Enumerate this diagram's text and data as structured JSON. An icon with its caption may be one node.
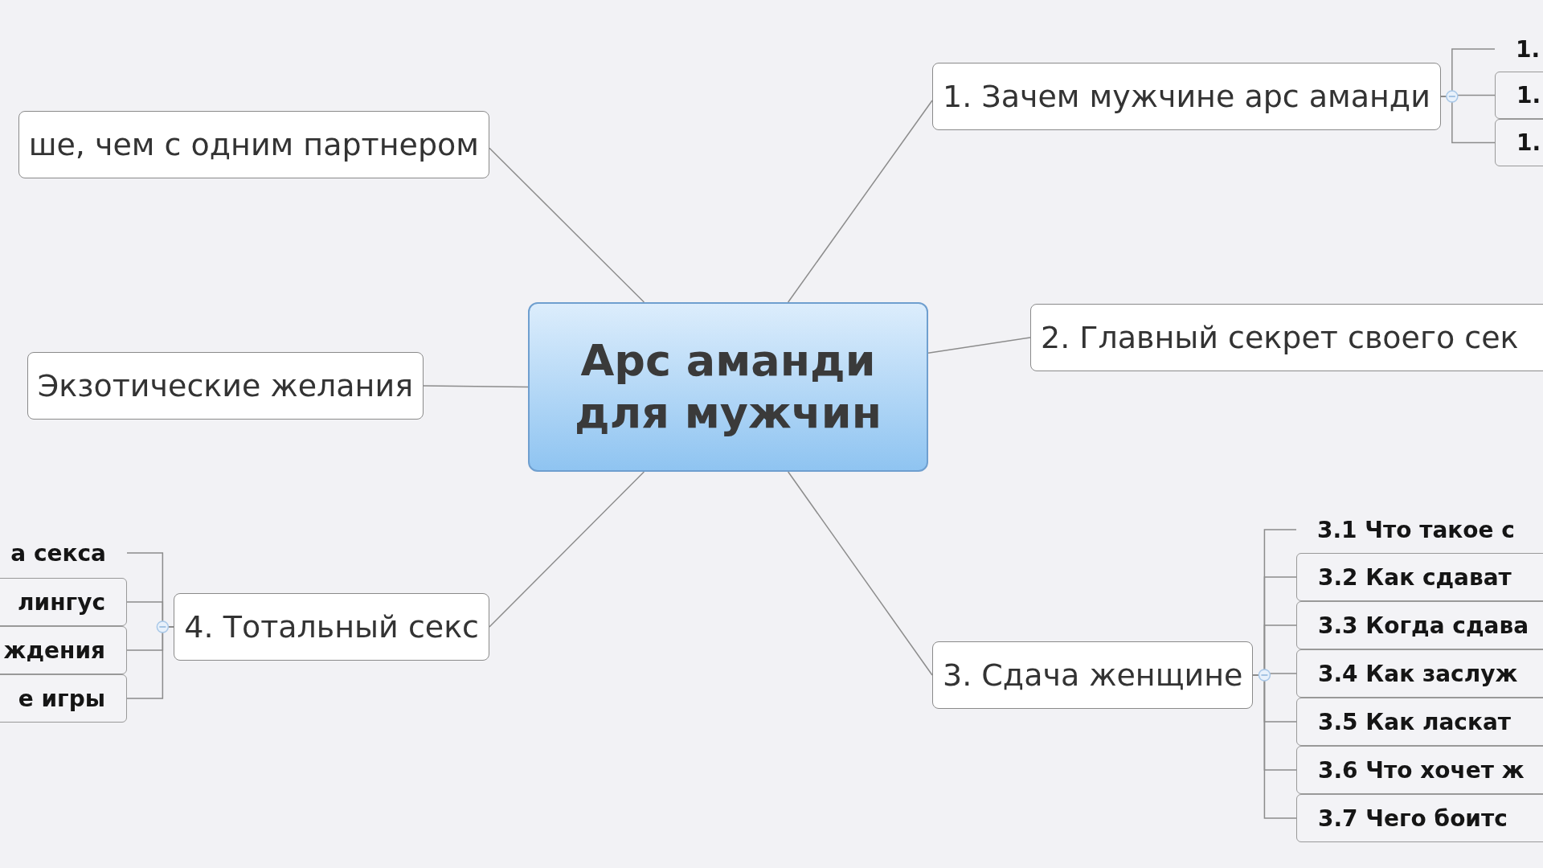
{
  "diagram": {
    "nodes": [
      {
        "text": [
          "Арс аманди для мужчин"
        ]
      },
      {
        "text": [
          "ше, чем с одним партнером"
        ]
      },
      {
        "text": [
          "1. Зачем мужчине арс аманди"
        ]
      },
      {
        "text": [
          "1."
        ]
      },
      {
        "text": [
          "1."
        ]
      },
      {
        "text": [
          "1."
        ]
      },
      {
        "text": [
          "2. Главный секрет своего сек"
        ]
      },
      {
        "text": [
          "Экзотические желания"
        ]
      },
      {
        "text": [
          "а секса"
        ]
      },
      {
        "text": [
          "лингус"
        ]
      },
      {
        "text": [
          "ждения"
        ]
      },
      {
        "text": [
          "е игры"
        ]
      },
      {
        "text": [
          "4. Тотальный секс"
        ]
      },
      {
        "text": [
          "3. Сдача женщине"
        ]
      },
      {
        "text": [
          "3.1 Что такое с"
        ]
      },
      {
        "text": [
          "3.2 Как сдават"
        ]
      },
      {
        "text": [
          "3.3 Когда сдава"
        ]
      },
      {
        "text": [
          "3.4 Как заслуж"
        ]
      },
      {
        "text": [
          "3.5 Как ласкат"
        ]
      },
      {
        "text": [
          "3.6 Что хочет ж"
        ]
      },
      {
        "text": [
          "3.7 Чего боитс"
        ]
      }
    ],
    "edges": [
      {
        "from": 0,
        "to": 1,
        "arrow": "none"
      },
      {
        "from": 0,
        "to": 2,
        "arrow": "none"
      },
      {
        "from": 0,
        "to": 6,
        "arrow": "none"
      },
      {
        "from": 0,
        "to": 7,
        "arrow": "none"
      },
      {
        "from": 0,
        "to": 12,
        "arrow": "none"
      },
      {
        "from": 0,
        "to": 13,
        "arrow": "none"
      },
      {
        "from": 2,
        "to": 3,
        "arrow": "none"
      },
      {
        "from": 2,
        "to": 4,
        "arrow": "none"
      },
      {
        "from": 2,
        "to": 5,
        "arrow": "none"
      },
      {
        "from": 12,
        "to": 8,
        "arrow": "none"
      },
      {
        "from": 12,
        "to": 9,
        "arrow": "none"
      },
      {
        "from": 12,
        "to": 10,
        "arrow": "none"
      },
      {
        "from": 12,
        "to": 11,
        "arrow": "none"
      },
      {
        "from": 13,
        "to": 14,
        "arrow": "none"
      },
      {
        "from": 13,
        "to": 15,
        "arrow": "none"
      },
      {
        "from": 13,
        "to": 16,
        "arrow": "none"
      },
      {
        "from": 13,
        "to": 17,
        "arrow": "none"
      },
      {
        "from": 13,
        "to": 18,
        "arrow": "none"
      },
      {
        "from": 13,
        "to": 19,
        "arrow": "none"
      },
      {
        "from": 13,
        "to": 20,
        "arrow": "none"
      }
    ]
  }
}
